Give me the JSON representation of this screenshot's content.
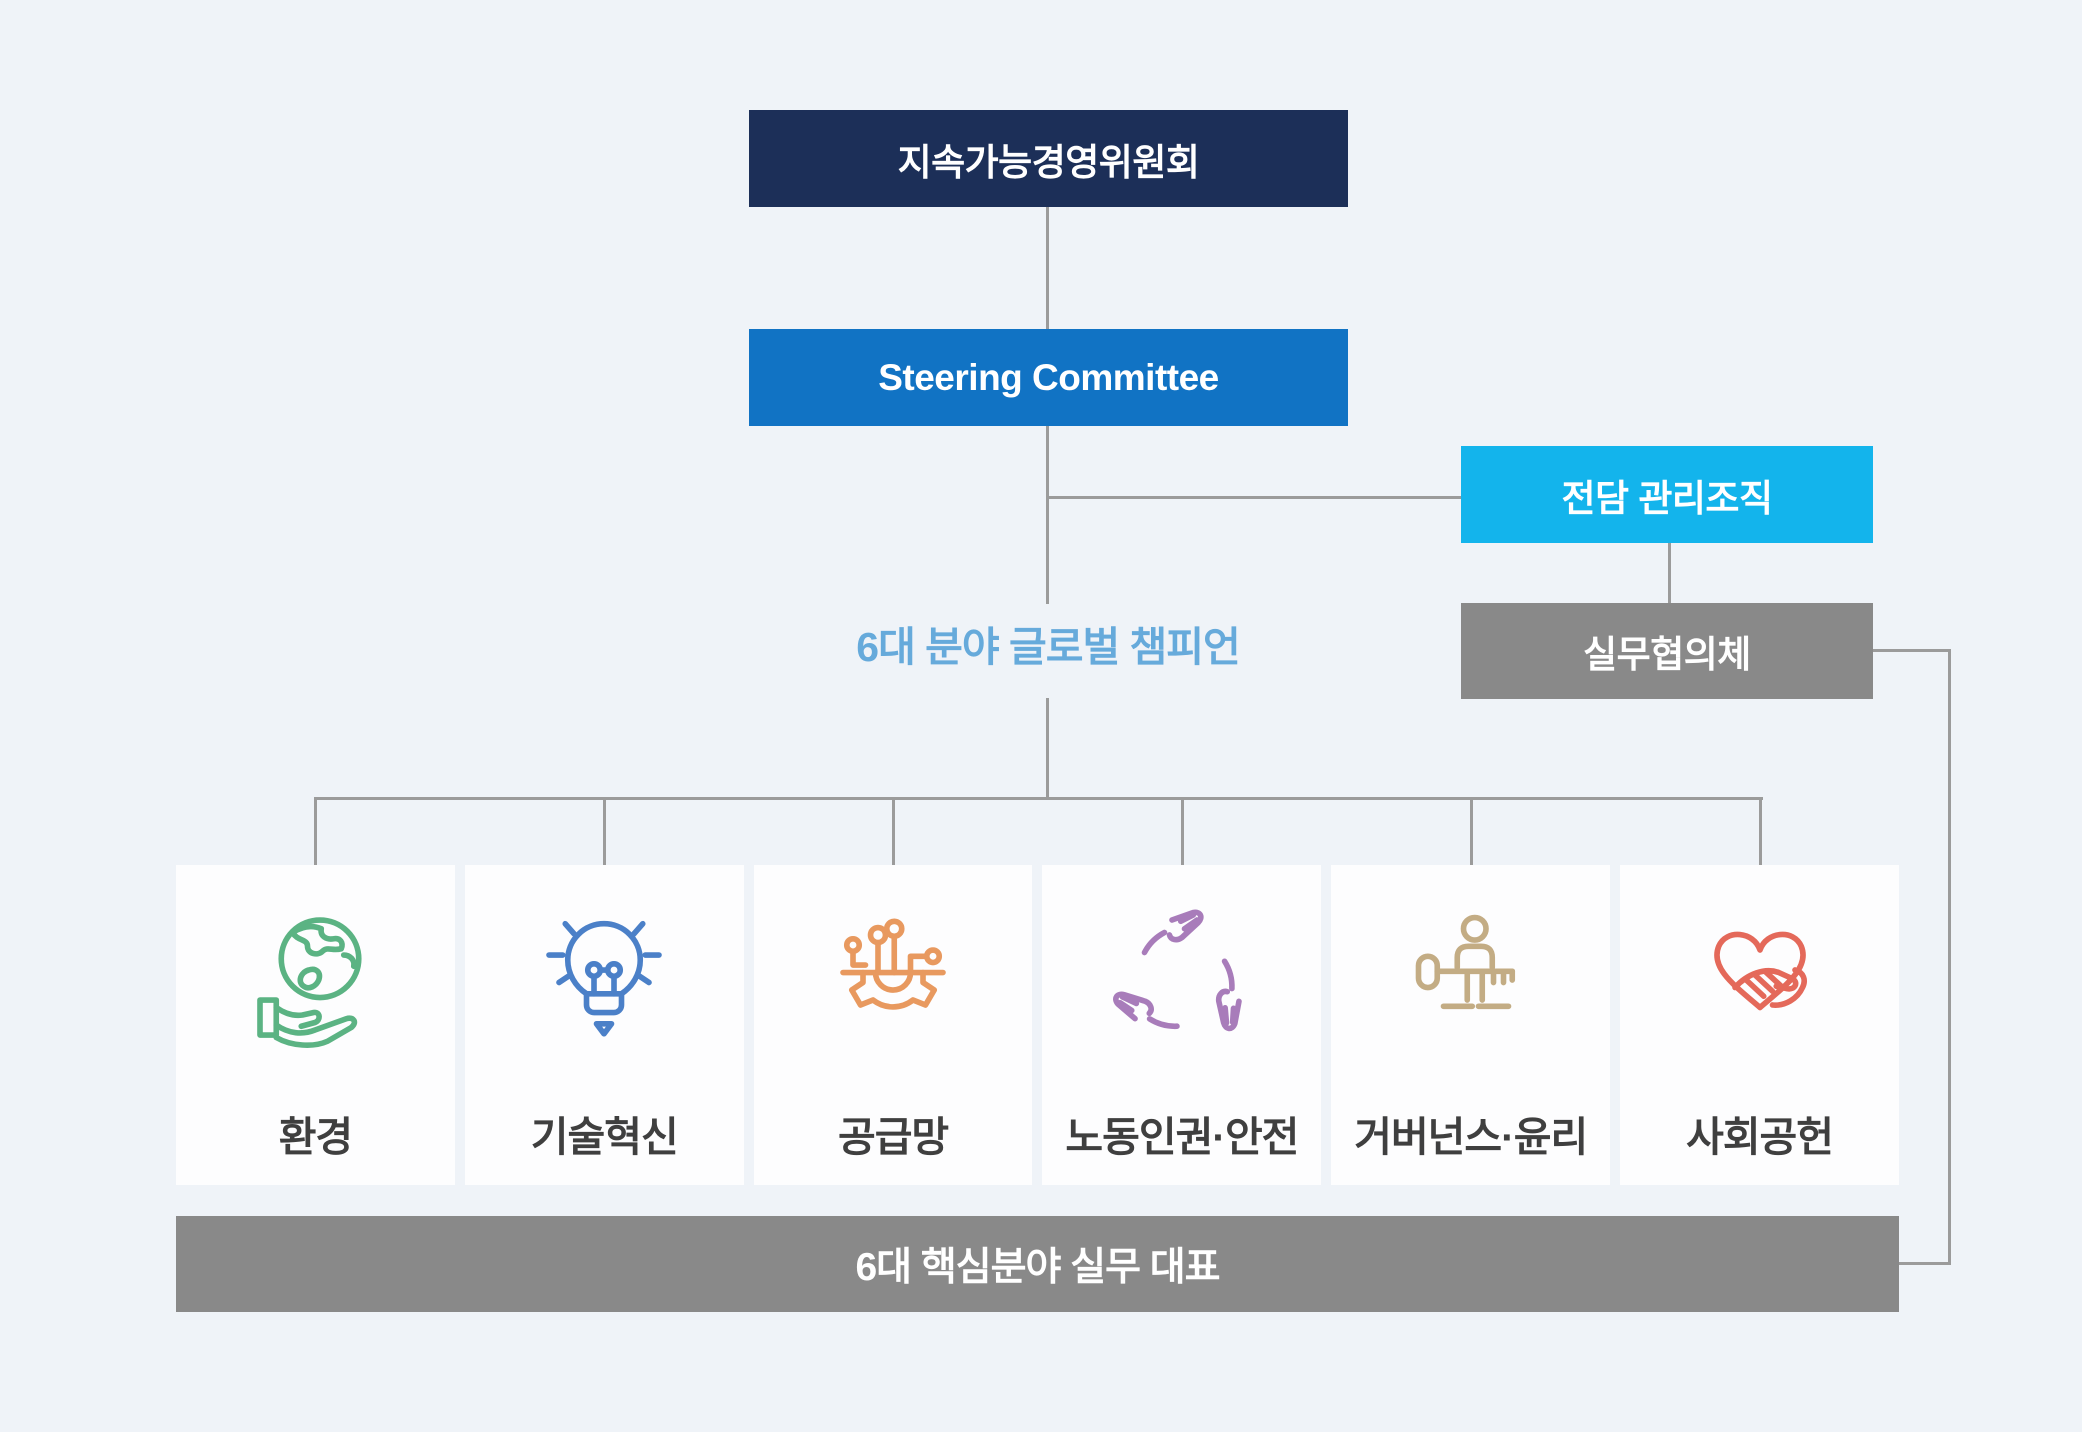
{
  "colors": {
    "background": "#eff3f8",
    "committee_navy": "#1c2f58",
    "steering_blue": "#1173c4",
    "dedicated_cyan": "#13b4ec",
    "council_gray": "#898989",
    "bottom_bar_gray": "#898989",
    "connector_gray": "#9b9b9b",
    "caption_blue": "#66aadb",
    "card_label_gray": "#3f3f3f"
  },
  "hierarchy": {
    "committee_label": "지속가능경영위원회",
    "steering_label": "Steering Committee",
    "dedicated_org_label": "전담 관리조직",
    "working_council_label": "실무협의체",
    "champion_caption": "6대 분야 글로벌 챔피언",
    "bottom_bar_label": "6대 핵심분야 실무 대표"
  },
  "cards": [
    {
      "label": "환경",
      "icon": "globe-in-hand-icon",
      "color": "#5bb383"
    },
    {
      "label": "기술혁신",
      "icon": "lightbulb-icon",
      "color": "#4b80c8"
    },
    {
      "label": "공급망",
      "icon": "gear-circuit-icon",
      "color": "#e8995f"
    },
    {
      "label": "노동인권·안전",
      "icon": "hands-circle-icon",
      "color": "#a87cba"
    },
    {
      "label": "거버넌스·윤리",
      "icon": "person-key-icon",
      "color": "#c3ac84"
    },
    {
      "label": "사회공헌",
      "icon": "heart-in-hand-icon",
      "color": "#e4695a"
    }
  ]
}
